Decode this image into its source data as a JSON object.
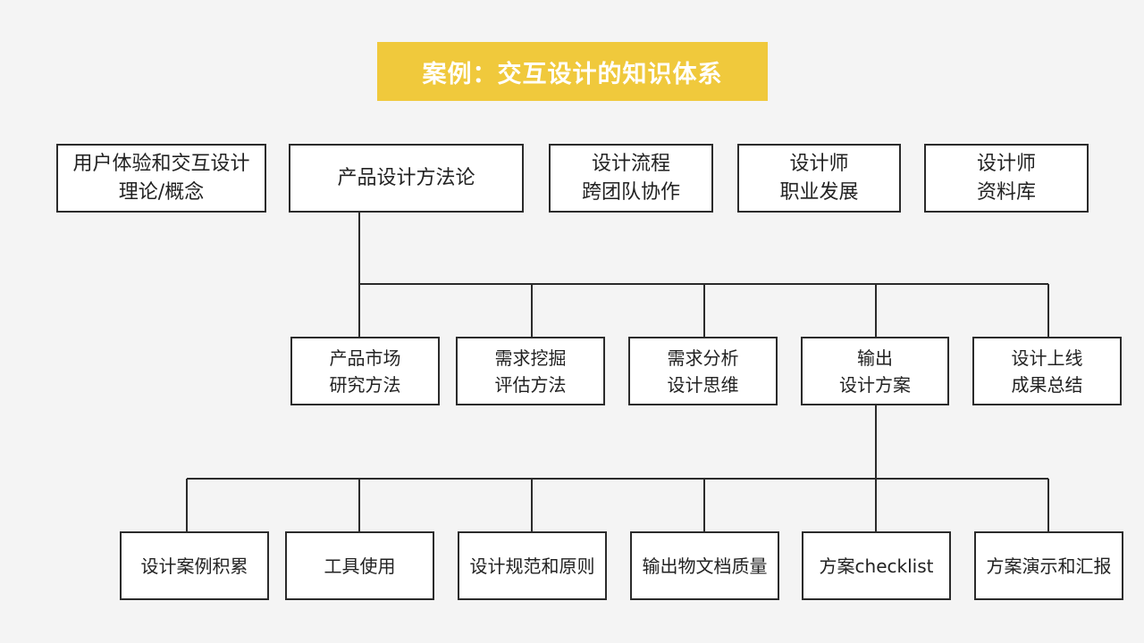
{
  "title": "案例：交互设计的知识体系",
  "colors": {
    "banner": "#f0c93c",
    "banner_text": "#ffffff",
    "background": "#f4f4f4",
    "border": "#2b2b2b"
  },
  "top_level": [
    {
      "line1": "用户体验和交互设计",
      "line2": "理论/概念"
    },
    {
      "line1": "产品设计方法论",
      "line2": ""
    },
    {
      "line1": "设计流程",
      "line2": "跨团队协作"
    },
    {
      "line1": "设计师",
      "line2": "职业发展"
    },
    {
      "line1": "设计师",
      "line2": "资料库"
    }
  ],
  "methodology_children": [
    {
      "line1": "产品市场",
      "line2": "研究方法"
    },
    {
      "line1": "需求挖掘",
      "line2": "评估方法"
    },
    {
      "line1": "需求分析",
      "line2": "设计思维"
    },
    {
      "line1": "输出",
      "line2": "设计方案"
    },
    {
      "line1": "设计上线",
      "line2": "成果总结"
    }
  ],
  "output_children": [
    {
      "label": "设计案例积累"
    },
    {
      "label": "工具使用"
    },
    {
      "label": "设计规范和原则"
    },
    {
      "label": "输出物文档质量"
    },
    {
      "label": "方案checklist"
    },
    {
      "label": "方案演示和汇报"
    }
  ]
}
